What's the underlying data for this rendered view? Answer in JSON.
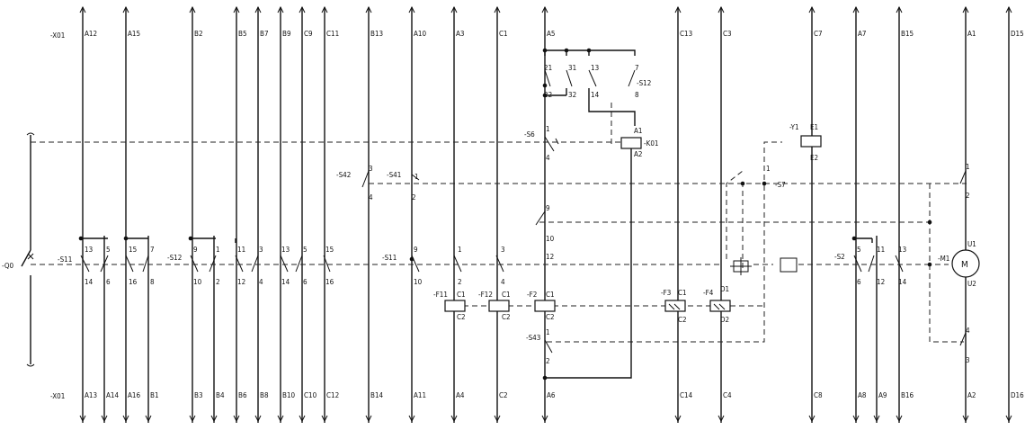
{
  "diagram": {
    "columns": [
      {
        "top": "A12",
        "bottom": "A13"
      },
      {
        "top": "",
        "bottom": "A14"
      },
      {
        "top": "A15",
        "bottom": "A16"
      },
      {
        "top": "",
        "bottom": "B1"
      },
      {
        "top": "B2",
        "bottom": "B3"
      },
      {
        "top": "",
        "bottom": "B4"
      },
      {
        "top": "B5",
        "bottom": "B6"
      },
      {
        "top": "B7",
        "bottom": "B8"
      },
      {
        "top": "B9",
        "bottom": "B10"
      },
      {
        "top": "C9",
        "bottom": "C10"
      },
      {
        "top": "C11",
        "bottom": "C12"
      },
      {
        "top": "B13",
        "bottom": "B14"
      },
      {
        "top": "A10",
        "bottom": "A11"
      },
      {
        "top": "A3",
        "bottom": "A4"
      },
      {
        "top": "C1",
        "bottom": "C2"
      },
      {
        "top": "A5",
        "bottom": "A6"
      },
      {
        "top": "C13",
        "bottom": "C14"
      },
      {
        "top": "C3",
        "bottom": "C4"
      },
      {
        "top": "C7",
        "bottom": "C8"
      },
      {
        "top": "A7",
        "bottom": "A8"
      },
      {
        "top": "",
        "bottom": "A9"
      },
      {
        "top": "B15",
        "bottom": "B16"
      },
      {
        "top": "A1",
        "bottom": "A2"
      },
      {
        "top": "D15",
        "bottom": "D16"
      }
    ],
    "terminal_top": "-X01",
    "terminal_bottom": "-X01",
    "devices": {
      "q0": "-Q0",
      "s11a": "-S11",
      "s12a": "-S12",
      "s11b": "-S11",
      "s12b": "-S12",
      "s6": "-S6",
      "s42": "-S42",
      "s41": "-S41",
      "s43": "-S43",
      "s2": "-S2",
      "k01": "-K01",
      "y1": "-Y1",
      "f11": "-F11",
      "f12": "-F12",
      "f2": "-F2",
      "f3": "-F3",
      "f4": "-F4",
      "s7": "-S7",
      "motor": "M",
      "motor_tag": "-M1"
    },
    "contacts": {
      "s11a": [
        "13",
        "14",
        "5",
        "6",
        "15",
        "16",
        "7",
        "8"
      ],
      "s12a": [
        "9",
        "10",
        "1",
        "2"
      ],
      "sblk": [
        "11",
        "12",
        "3",
        "4",
        "13",
        "14",
        "5",
        "6",
        "15",
        "16"
      ],
      "s11b": [
        "9",
        "10",
        "1",
        "2",
        "3",
        "4"
      ],
      "s12b": [
        "21",
        "22",
        "31",
        "32",
        "13",
        "14",
        "7",
        "8"
      ],
      "s6": [
        "1",
        "4"
      ],
      "s42": [
        "3",
        "4"
      ],
      "s41": [
        "1",
        "2"
      ],
      "s5": [
        "9",
        "10",
        "12"
      ],
      "s43": [
        "1",
        "2"
      ],
      "k01": [
        "A1",
        "A2"
      ],
      "y1": [
        "E1",
        "E2"
      ],
      "f": [
        "C1",
        "C2"
      ],
      "f4": [
        "D1",
        "D2"
      ],
      "s2": [
        "5",
        "6",
        "11",
        "12",
        "13",
        "14"
      ],
      "motor": [
        "U1",
        "U2"
      ],
      "s7": [
        "1",
        "2",
        "4",
        "3"
      ]
    }
  }
}
